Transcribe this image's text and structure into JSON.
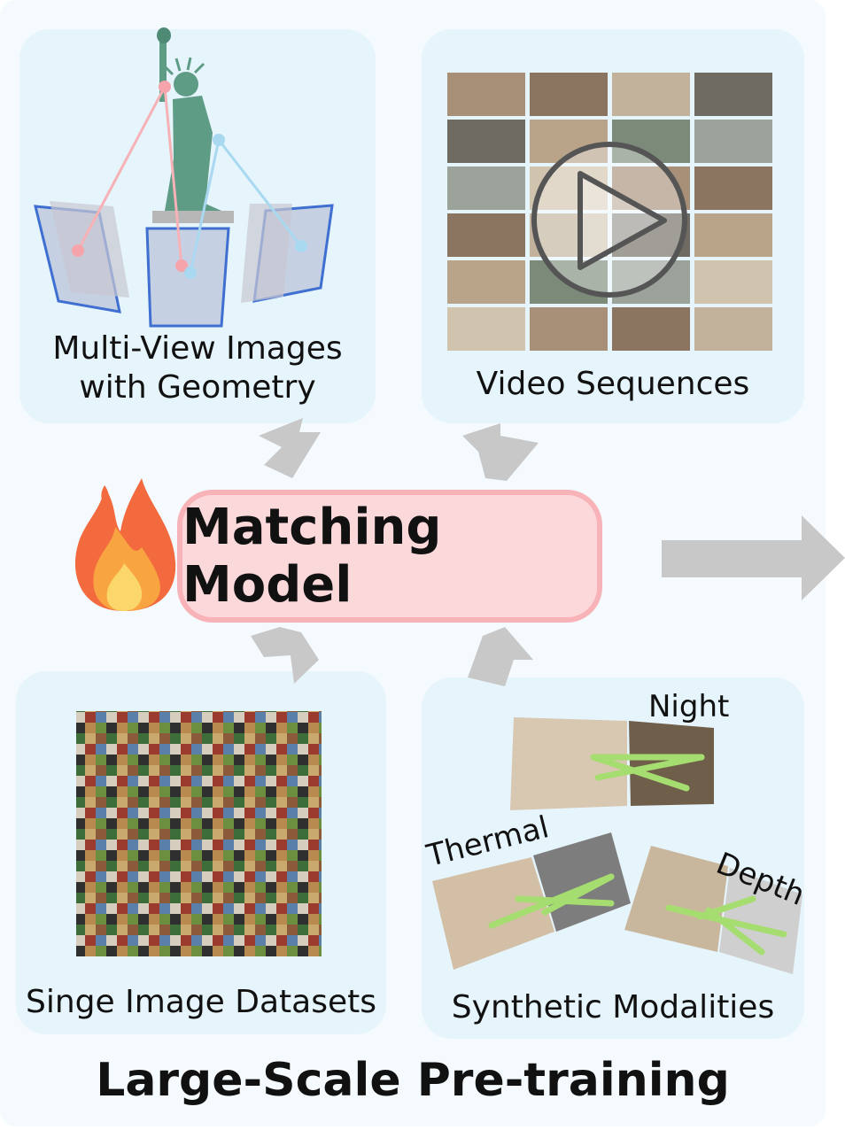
{
  "panels": {
    "multiview": "Multi-View Images\nwith Geometry",
    "video": "Video Sequences",
    "single": "Singe Image Datasets",
    "synthetic": "Synthetic Modalities"
  },
  "center": {
    "label": "Matching Model"
  },
  "synthetic_tags": {
    "night": "Night",
    "thermal": "Thermal",
    "depth": "Depth"
  },
  "footer": {
    "title": "Large-Scale Pre-training"
  },
  "colors": {
    "panel": "#e6f4fb",
    "model_fill": "#fbd8da",
    "model_border": "#f7b3b8",
    "arrow": "#c8c8c8",
    "match_line": "#a6dd70"
  },
  "icons": [
    "fire-icon",
    "play-icon",
    "statue-image"
  ]
}
